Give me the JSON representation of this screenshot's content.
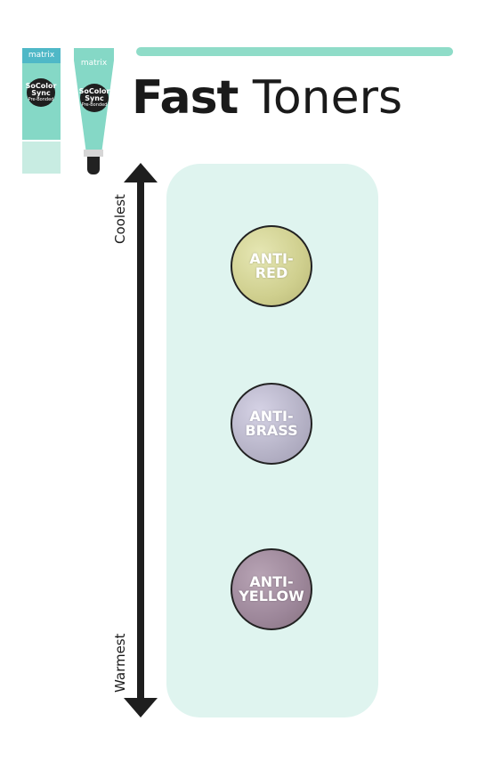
{
  "header": {
    "title_bold": "Fast",
    "title_light": "Toners"
  },
  "product": {
    "brand": "matrix",
    "line1": "SoColor",
    "line2": "Sync",
    "line3": "Pre-Bonded"
  },
  "scale": {
    "top_label": "Coolest",
    "bottom_label": "Warmest"
  },
  "toners": [
    {
      "line1": "ANTI-",
      "line2": "RED",
      "color": "#cfcf8e"
    },
    {
      "line1": "ANTI-",
      "line2": "BRASS",
      "color": "#b5b2c6"
    },
    {
      "line1": "ANTI-",
      "line2": "YELLOW",
      "color": "#9c8699"
    }
  ],
  "colors": {
    "accent": "#8fdcc8",
    "panel": "#dff4ef",
    "text": "#1a1a1a"
  }
}
